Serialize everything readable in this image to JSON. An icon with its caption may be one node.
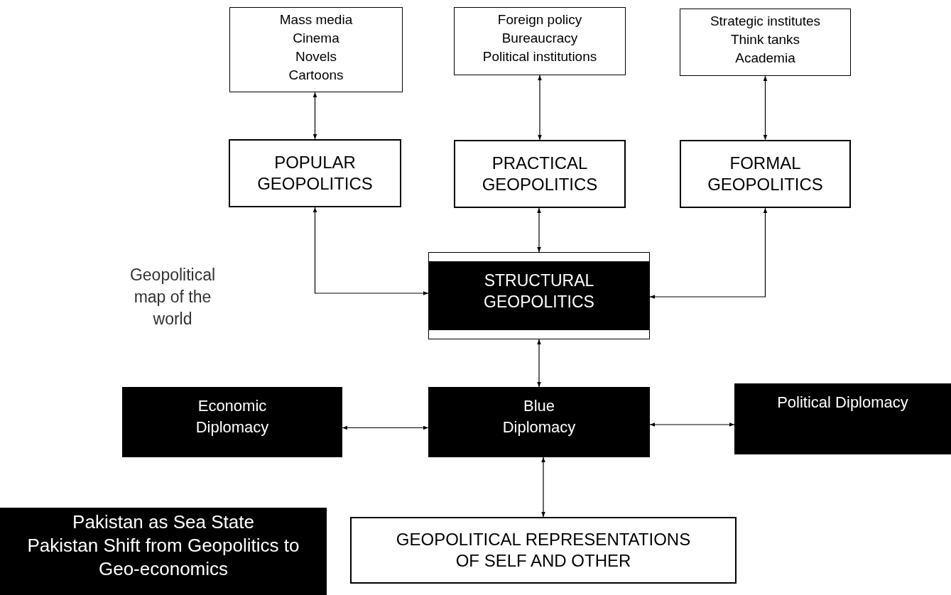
{
  "diagram": {
    "nodes": [
      {
        "text": [
          "Mass media",
          "Cinema",
          "Novels",
          "Cartoons"
        ]
      },
      {
        "text": [
          "Foreign policy",
          "Bureaucracy",
          "Political institutions"
        ]
      },
      {
        "text": [
          "Strategic institutes",
          "Think tanks",
          "Academia"
        ]
      },
      {
        "text": [
          "POPULAR GEOPOLITICS"
        ]
      },
      {
        "text": [
          "PRACTICAL GEOPOLITICS"
        ]
      },
      {
        "text": [
          "FORMAL GEOPOLITICS"
        ]
      },
      {
        "text": [
          "STRUCTURAL GEOPOLITICS"
        ]
      },
      {
        "text": [
          "Economic Diplomacy"
        ]
      },
      {
        "text": [
          "Blue Diplomacy"
        ]
      },
      {
        "text": [
          "Political Diplomacy"
        ]
      },
      {
        "text": [
          "GEOPOLITICAL REPRESENTATIONS OF SELF AND OTHER"
        ]
      },
      {
        "text": [
          "Pakistan as Sea State",
          "Pakistan Shift from Geopolitics to Geo-economics"
        ]
      }
    ],
    "edges": [
      {
        "from": 0,
        "to": 3,
        "arrow": "both"
      },
      {
        "from": 1,
        "to": 4,
        "arrow": "both"
      },
      {
        "from": 2,
        "to": 5,
        "arrow": "both"
      },
      {
        "from": 3,
        "to": 6,
        "arrow": "both"
      },
      {
        "from": 4,
        "to": 6,
        "arrow": "both"
      },
      {
        "from": 5,
        "to": 6,
        "arrow": "both"
      },
      {
        "from": 6,
        "to": 8,
        "arrow": "both"
      },
      {
        "from": 7,
        "to": 8,
        "arrow": "both"
      },
      {
        "from": 8,
        "to": 9,
        "arrow": "both"
      },
      {
        "from": 8,
        "to": 10,
        "arrow": "both"
      }
    ],
    "labels": [
      "Geopolitical map of the world"
    ]
  }
}
